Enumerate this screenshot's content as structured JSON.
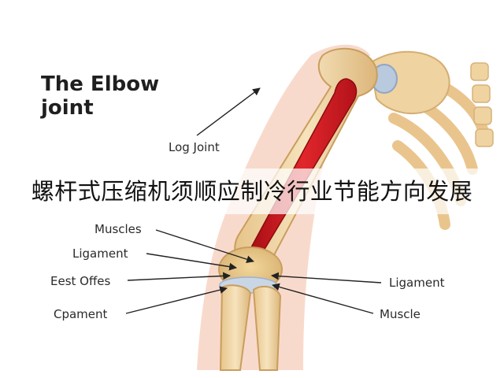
{
  "title": {
    "line1": "The Elbow",
    "line2": "joint"
  },
  "labels": {
    "log_joint": "Log Joint",
    "muscles": "Muscles",
    "ligament_left": "Ligament",
    "est_offes": "Eest Offes",
    "cpament": "Cpament",
    "ligament_right": "Ligament",
    "muscle_right": "Muscle"
  },
  "overlay": {
    "headline": "螺杆式压缩机须顺应制冷行业节能方向发展"
  },
  "colors": {
    "bone": "#f1d7a6",
    "bone_shadow": "#d9b476",
    "skin": "#f7d6c6",
    "muscle": "#c4161c",
    "cartilage": "#b9c9de"
  }
}
